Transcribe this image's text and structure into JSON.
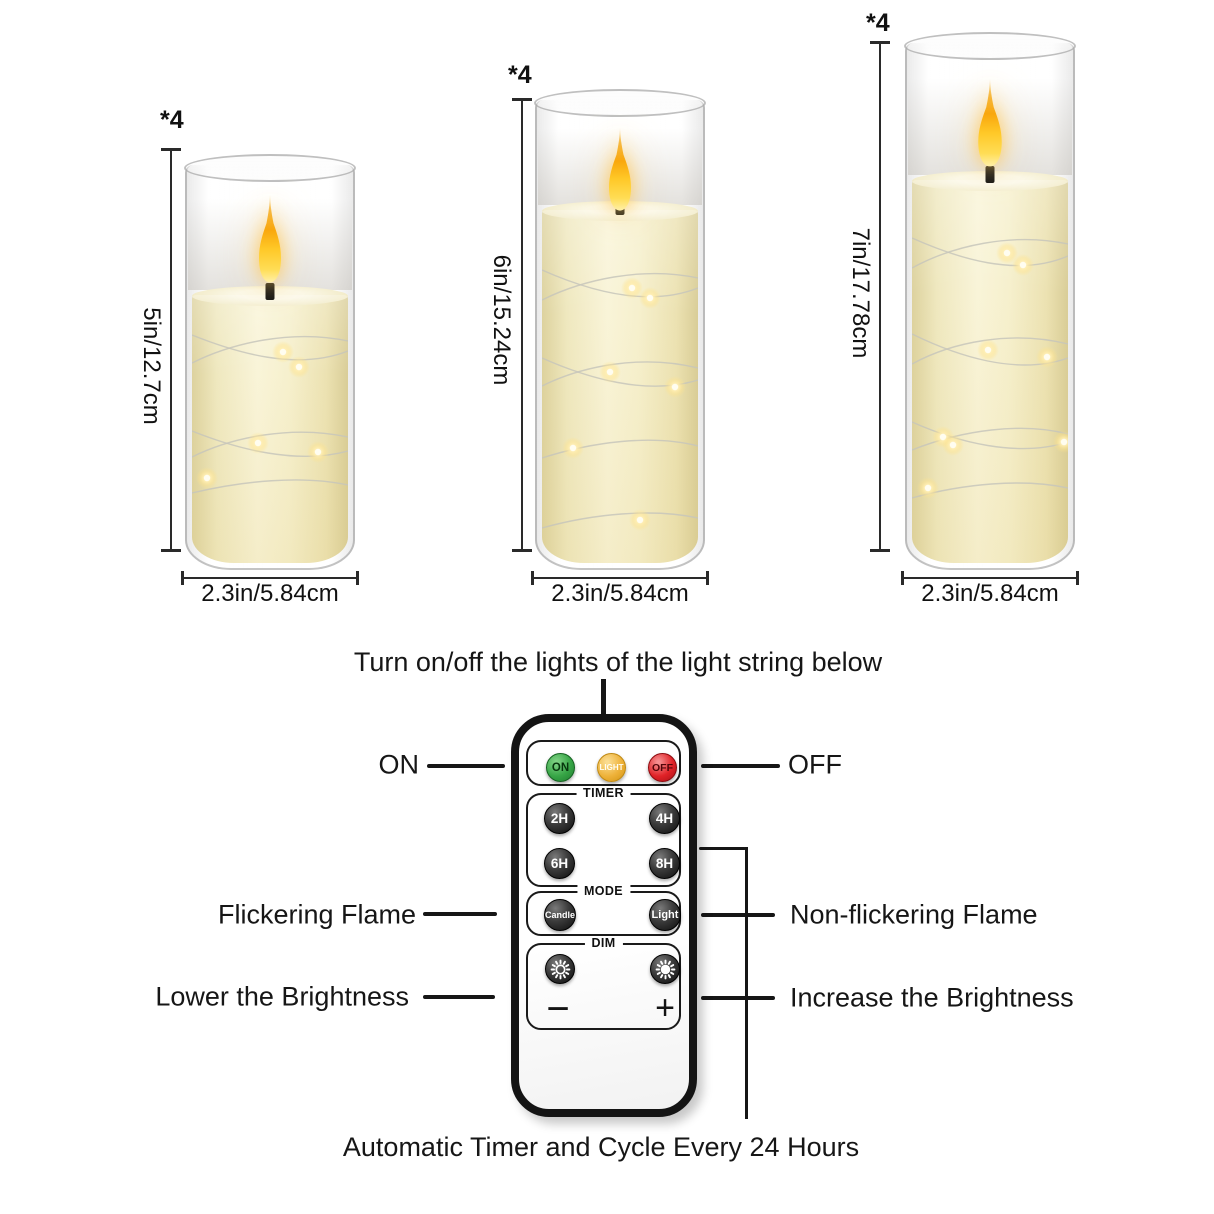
{
  "candles": [
    {
      "qty": "*4",
      "height": "5in/12.7cm",
      "width": "2.3in/5.84cm"
    },
    {
      "qty": "*4",
      "height": "6in/15.24cm",
      "width": "2.3in/5.84cm"
    },
    {
      "qty": "*4",
      "height": "7in/17.78cm",
      "width": "2.3in/5.84cm"
    }
  ],
  "captions": {
    "top": "Turn on/off the lights of the light string below",
    "bottom": "Automatic Timer and Cycle Every 24 Hours"
  },
  "labels": {
    "on": "ON",
    "off": "OFF",
    "flickering": "Flickering Flame",
    "non_flickering": "Non-flickering Flame",
    "lower": "Lower the Brightness",
    "increase": "Increase the Brightness"
  },
  "remote": {
    "sections": {
      "timer": "TIMER",
      "mode": "MODE",
      "dim": "DIM"
    },
    "buttons": {
      "on": "ON",
      "light": "LIGHT",
      "off": "OFF",
      "h2": "2H",
      "h4": "4H",
      "h6": "6H",
      "h8": "8H",
      "candle": "Candle",
      "light_mode": "Light",
      "minus": "−",
      "plus": "+"
    },
    "icons": {
      "dim_down": "sun-outline-icon",
      "dim_up": "sun-filled-icon"
    },
    "colors": {
      "on": "#37a546",
      "light": "#eeb23a",
      "off": "#e02227",
      "body": "#ffffff",
      "border": "#141414"
    }
  },
  "style": {
    "flame_color": "#ffc928",
    "wax_color": "#f6f0cd",
    "glow_color": "#ffeeb2"
  }
}
